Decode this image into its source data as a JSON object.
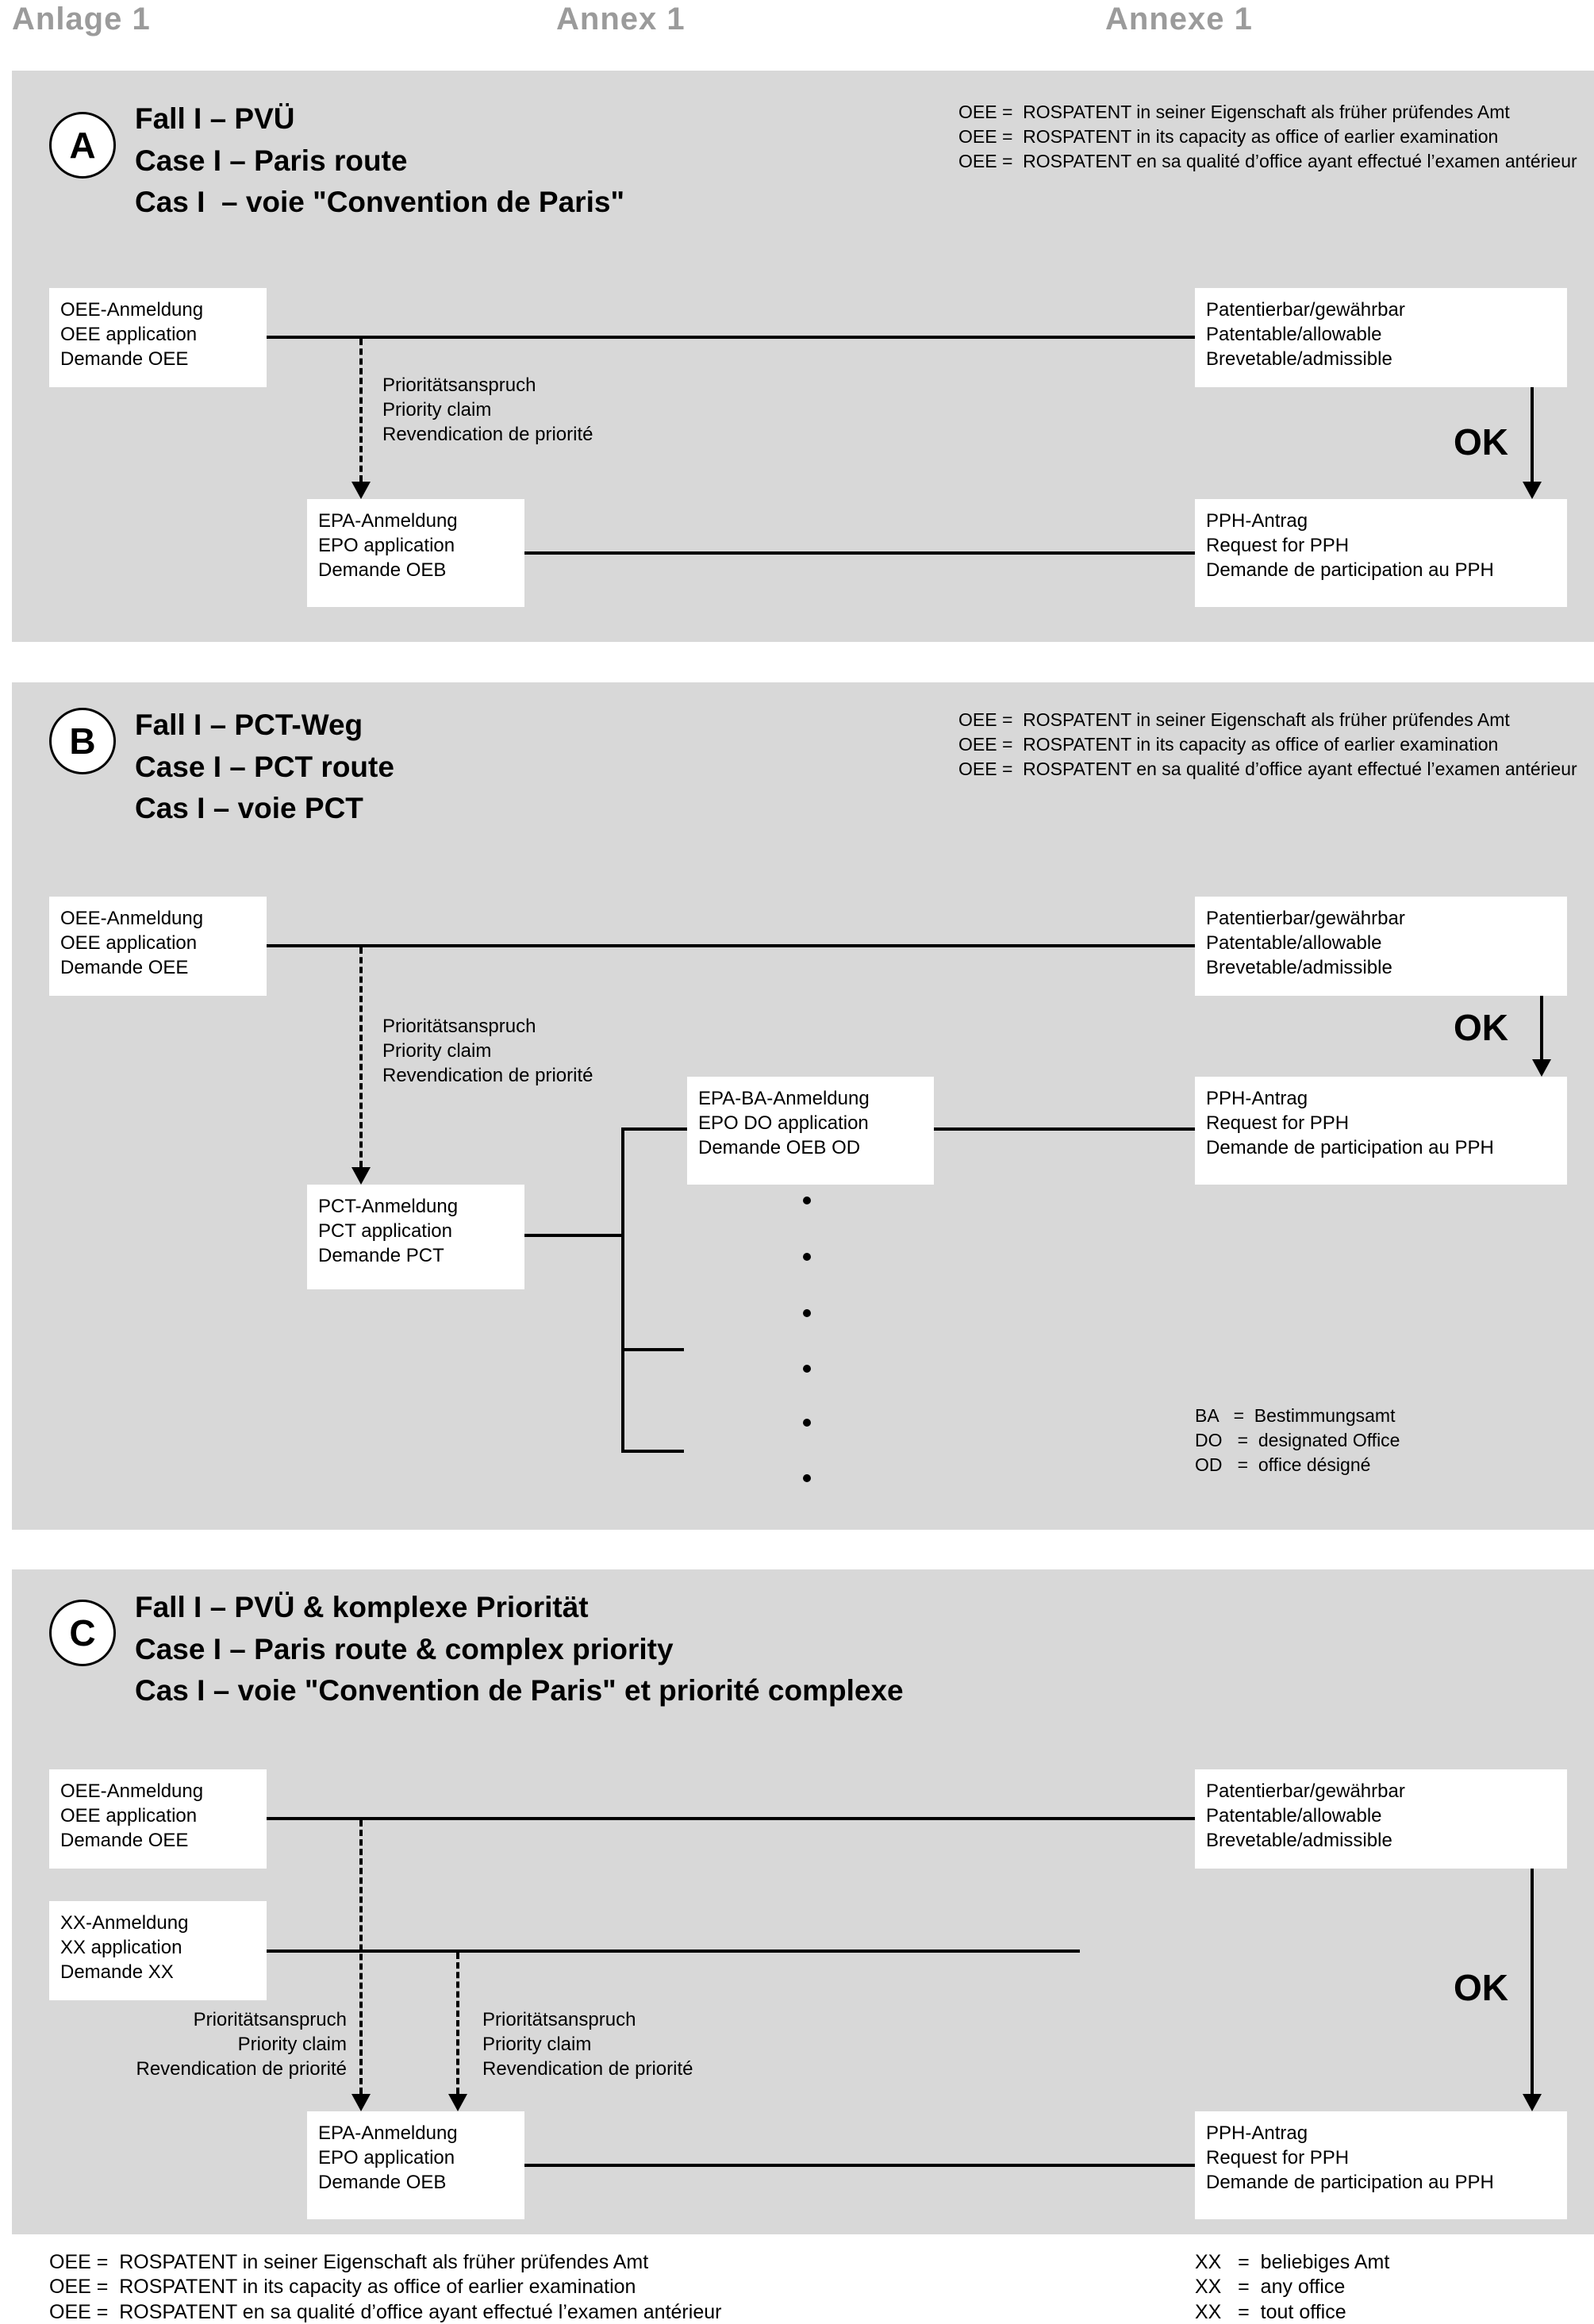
{
  "header": {
    "anlage": "Anlage 1",
    "annex": "Annex 1",
    "annexe": "Annexe 1"
  },
  "shared": {
    "oee_legend": "OEE =  ROSPATENT in seiner Eigenschaft als früher prüfendes Amt\nOEE =  ROSPATENT in its capacity as office of earlier examination\nOEE =  ROSPATENT en sa qualité d’office ayant effectué l’examen antérieur",
    "oee_box": "OEE-Anmeldung\nOEE application\nDemande OEE",
    "patentable_box": "Patentierbar/gewährbar\nPatentable/allowable\nBrevetable/admissible",
    "epo_box": "EPA-Anmeldung\nEPO application\nDemande OEB",
    "pph_box": "PPH-Antrag\nRequest for PPH\nDemande de participation au PPH",
    "priority_label": "Prioritätsanspruch\nPriority claim\nRevendication de priorité",
    "ok": "OK"
  },
  "panel_a": {
    "badge": "A",
    "title": "Fall I – PVÜ\nCase I – Paris route\nCas I  – voie \"Convention de Paris\""
  },
  "panel_b": {
    "badge": "B",
    "title": "Fall I – PCT-Weg\nCase I – PCT route\nCas I – voie PCT",
    "pct_box": "PCT-Anmeldung\nPCT application\nDemande PCT",
    "epo_do_box": "EPA-BA-Anmeldung\nEPO DO application\nDemande OEB OD",
    "do_legend": "BA   =  Bestimmungsamt\nDO   =  designated Office\nOD   =  office désigné"
  },
  "panel_c": {
    "badge": "C",
    "title": "Fall I – PVÜ & komplexe Priorität\nCase I – Paris route & complex priority\nCas I – voie \"Convention de Paris\" et priorité complexe",
    "xx_box": "XX-Anmeldung\nXX application\nDemande XX"
  },
  "footer": {
    "xx_legend": "XX   =  beliebiges Amt\nXX   =  any office\nXX   =  tout office"
  }
}
